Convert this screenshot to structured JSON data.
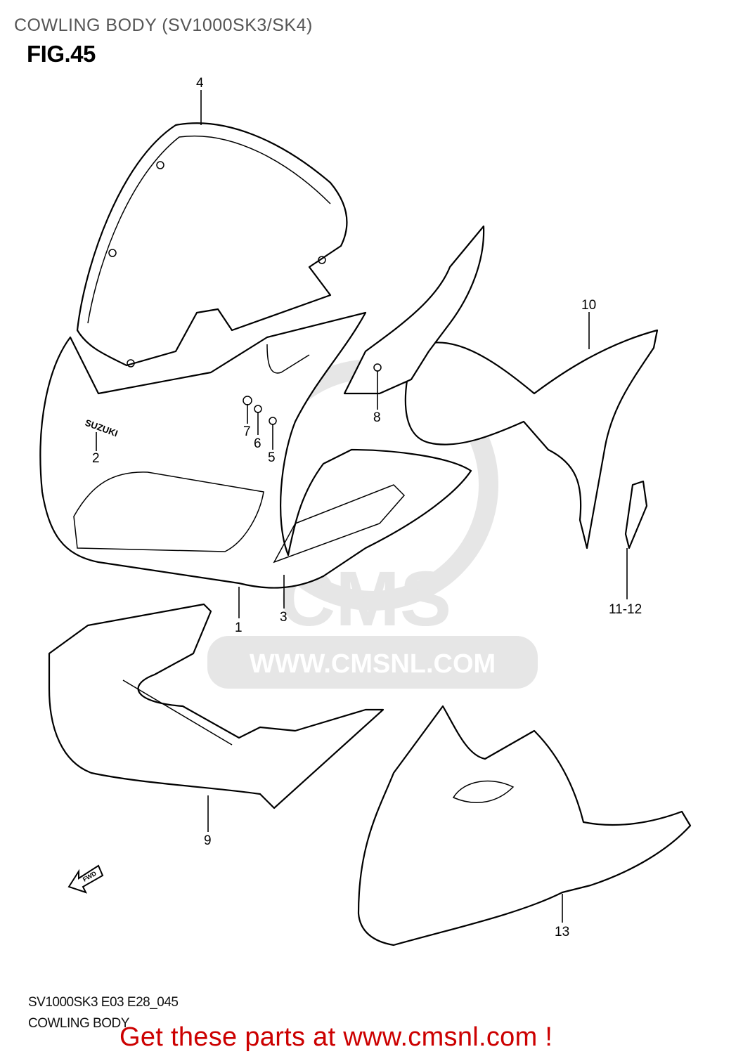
{
  "header": {
    "title": "COWLING BODY (SV1000SK3/SK4)",
    "figure": "FIG.45"
  },
  "callouts": [
    "4",
    "10",
    "8",
    "7",
    "6",
    "5",
    "2",
    "1",
    "3",
    "11-12",
    "9",
    "13"
  ],
  "labels": {
    "fwd": "FWD",
    "windscreen_logo": "SUZUKI"
  },
  "watermark": {
    "logo": "CMS",
    "url": "WWW.CMSNL.COM"
  },
  "footer": {
    "code": "SV1000SK3 E03 E28_045",
    "name": "COWLING BODY",
    "promo": "Get these parts at www.cmsnl.com !",
    "promo_color": "#cc0000"
  }
}
